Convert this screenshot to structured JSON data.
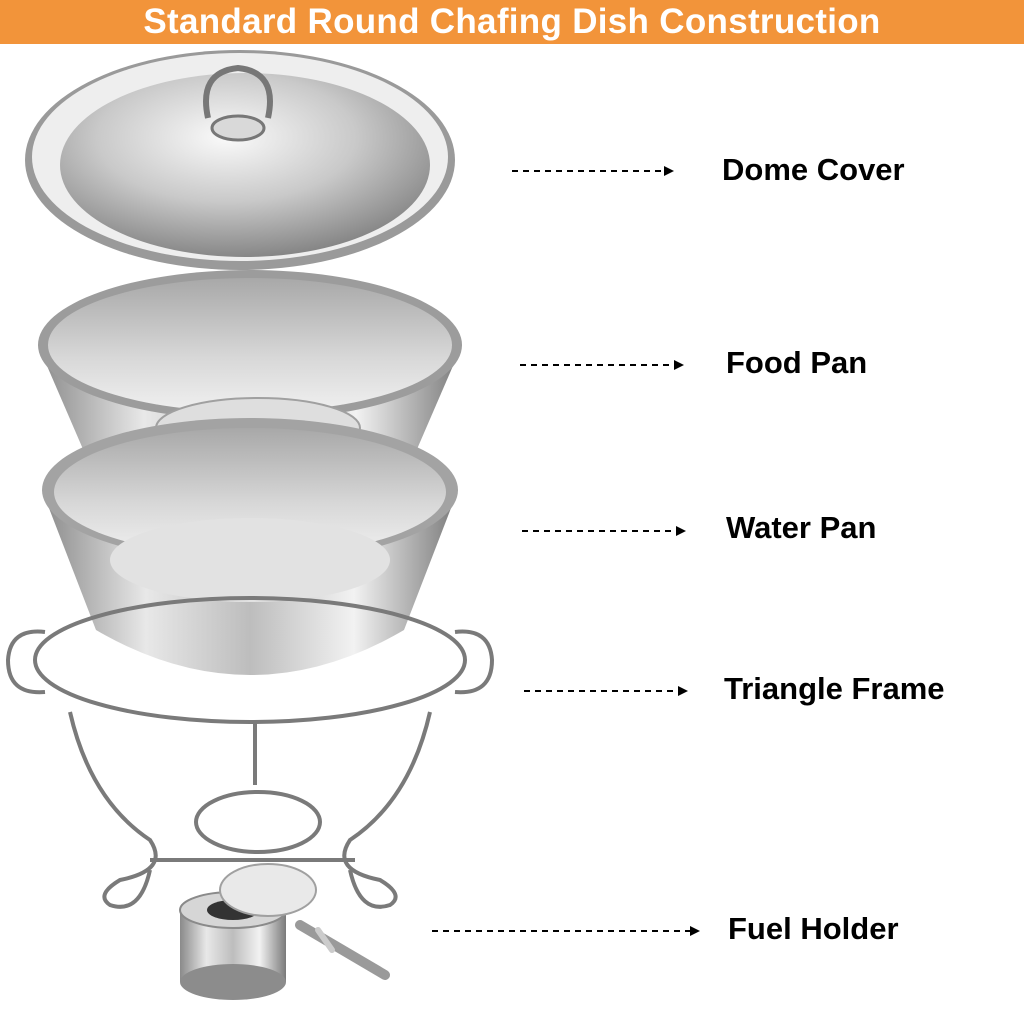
{
  "header": {
    "title": "Standard Round Chafing Dish Construction",
    "background_color": "#f2943a"
  },
  "parts": [
    {
      "label": "Dome Cover"
    },
    {
      "label": "Food Pan"
    },
    {
      "label": "Water Pan"
    },
    {
      "label": "Triangle Frame"
    },
    {
      "label": "Fuel Holder"
    }
  ],
  "colors": {
    "steel_light": "#f4f4f4",
    "steel_mid": "#bdbdbd",
    "steel_dark": "#6e6e6e",
    "arrow": "#000000"
  }
}
